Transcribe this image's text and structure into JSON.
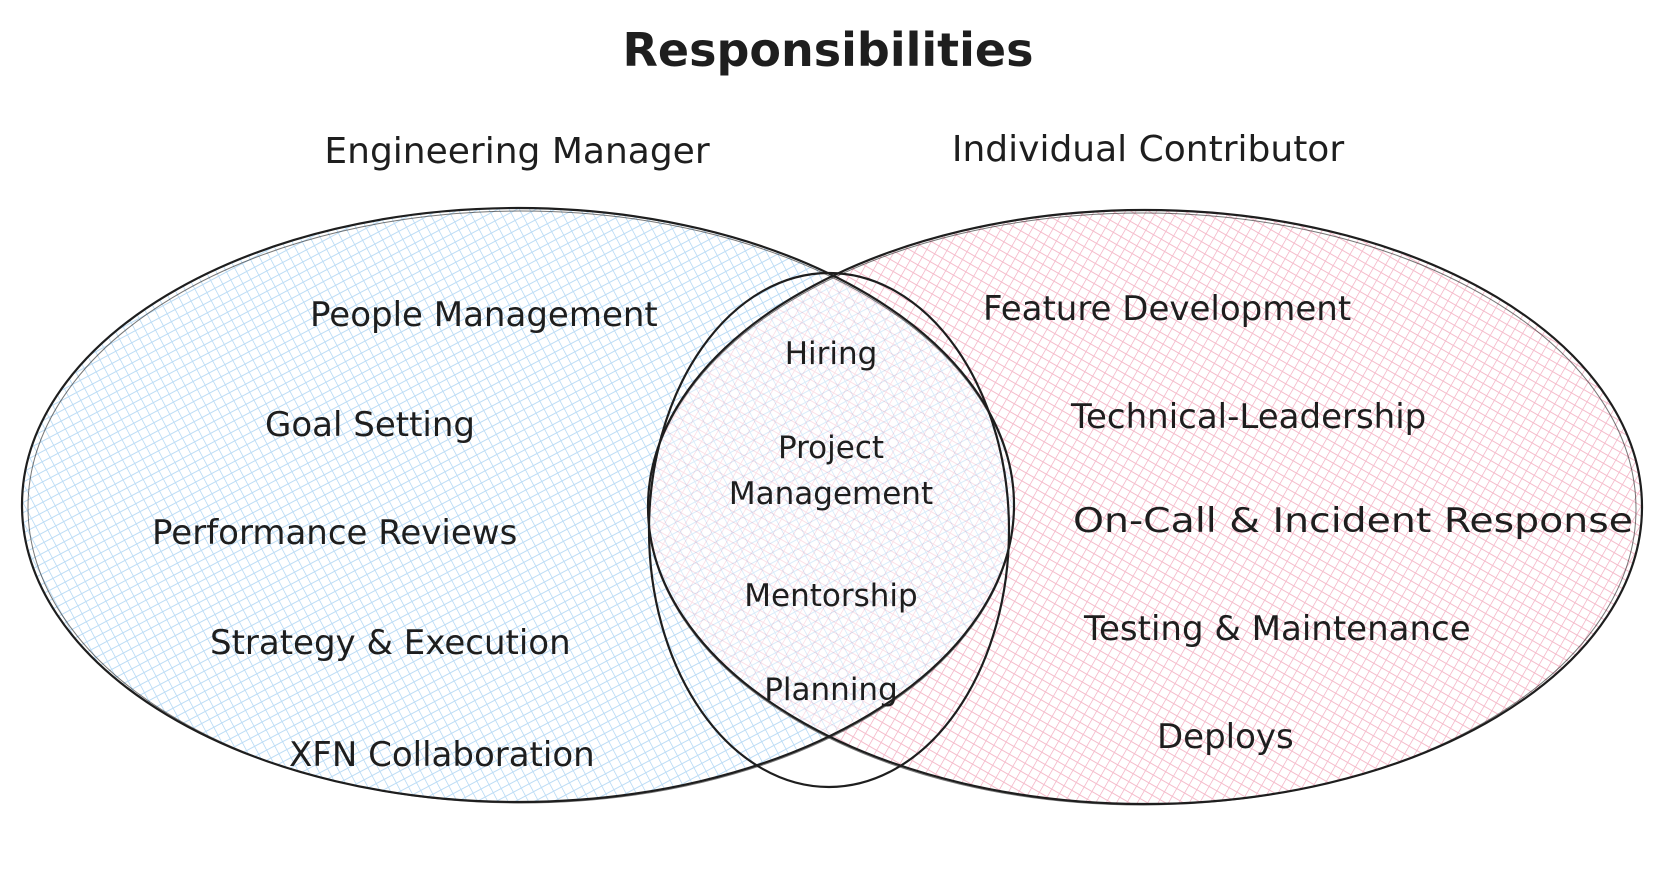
{
  "title": "Responsibilities",
  "colors": {
    "manager": "#3b4fc9",
    "contributor": "#a8123f",
    "manager_fill": "#a5d0f2",
    "contributor_fill": "#f2a5bb",
    "stroke": "#1e1e1e"
  },
  "manager": {
    "heading": "Engineering Manager",
    "items": [
      "People Management",
      "Goal Setting",
      "Performance Reviews",
      "Strategy & Execution",
      "XFN Collaboration"
    ]
  },
  "contributor": {
    "heading": "Individual Contributor",
    "items": [
      "Feature Development",
      "Technical-Leadership",
      "On-Call & Incident Response",
      "Testing & Maintenance",
      "Deploys"
    ]
  },
  "shared": {
    "items": [
      "Hiring",
      "Project",
      "Management",
      "Mentorship",
      "Planning"
    ]
  }
}
